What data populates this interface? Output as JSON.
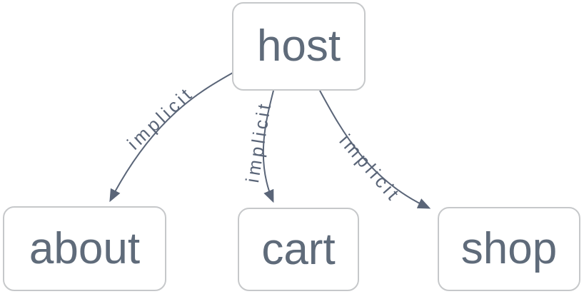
{
  "diagram": {
    "type": "graph",
    "nodes": [
      {
        "id": "host",
        "label": "host"
      },
      {
        "id": "about",
        "label": "about"
      },
      {
        "id": "cart",
        "label": "cart"
      },
      {
        "id": "shop",
        "label": "shop"
      }
    ],
    "edges": [
      {
        "from": "host",
        "to": "about",
        "label": "implicit"
      },
      {
        "from": "host",
        "to": "cart",
        "label": "implicit"
      },
      {
        "from": "host",
        "to": "shop",
        "label": "implicit"
      }
    ],
    "colors": {
      "node_border": "#c6c8ca",
      "node_text": "#5f6b7a",
      "edge": "#5a6578",
      "background": "#ffffff"
    }
  }
}
